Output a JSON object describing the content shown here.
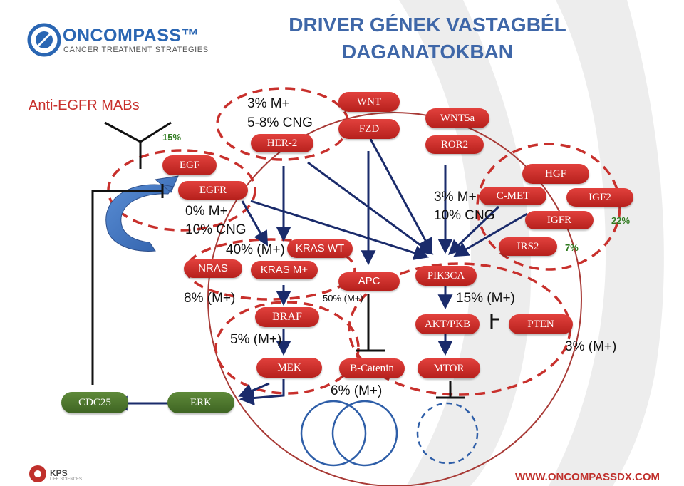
{
  "title": [
    "DRIVER GÉNEK VASTAGBÉL",
    "DAGANATOKBAN"
  ],
  "logo": {
    "brand": "ONCOMPASS™",
    "tagline": "CANCER TREATMENT STRATEGIES"
  },
  "footer": {
    "kps": "KPS",
    "kps_sub": "LIFE SCIENCES",
    "website": "WWW.ONCOMPASSDX.COM"
  },
  "labels": {
    "anti_egfr": "Anti-EGFR MABs",
    "pct_15": "15%",
    "her2_m": "3% M+",
    "her2_cng": "5-8% CNG",
    "egfr_m": "0% M+",
    "egfr_cng": "10% CNG",
    "kras_pct": "40% (M+)",
    "nras_pct": "8% (M+)",
    "braf_pct": "5% (M+)",
    "apc_pct": "50% (M+)",
    "bcat_pct": "6% (M+)",
    "met_m": "3% M+",
    "met_cng": "10% CNG",
    "pi3k_pct": "15% (M+)",
    "pten_pct": "3% (M+)",
    "pct_22": "22%",
    "pct_7": "7%"
  },
  "nodes": {
    "egf": "EGF",
    "egfr": "EGFR",
    "her2": "HER-2",
    "wnt": "WNT",
    "fzd": "FZD",
    "wnt5a": "WNT5a",
    "ror2": "ROR2",
    "hgf": "HGF",
    "cmet": "C-MET",
    "igf2": "IGF2",
    "igfr": "IGFR",
    "irs2": "IRS2",
    "kras_wt": "KRAS WT",
    "nras": "NRAS",
    "kras_m": "KRAS M+",
    "apc": "APC",
    "pik3ca": "PIK3CA",
    "braf": "BRAF",
    "aktpkb": "AKT/PKB",
    "pten": "PTEN",
    "mek": "MEK",
    "bcatenin": "B-Catenin",
    "mtor": "MTOR",
    "cdc25": "CDC25",
    "erk": "ERK"
  },
  "colors": {
    "node_red": "#c8302c",
    "node_green": "#4c7a2e",
    "arrow": "#1a2b6b",
    "title": "#3f67a8",
    "dashed_oval": "#c8302c",
    "brand_blue": "#2a66b3"
  }
}
